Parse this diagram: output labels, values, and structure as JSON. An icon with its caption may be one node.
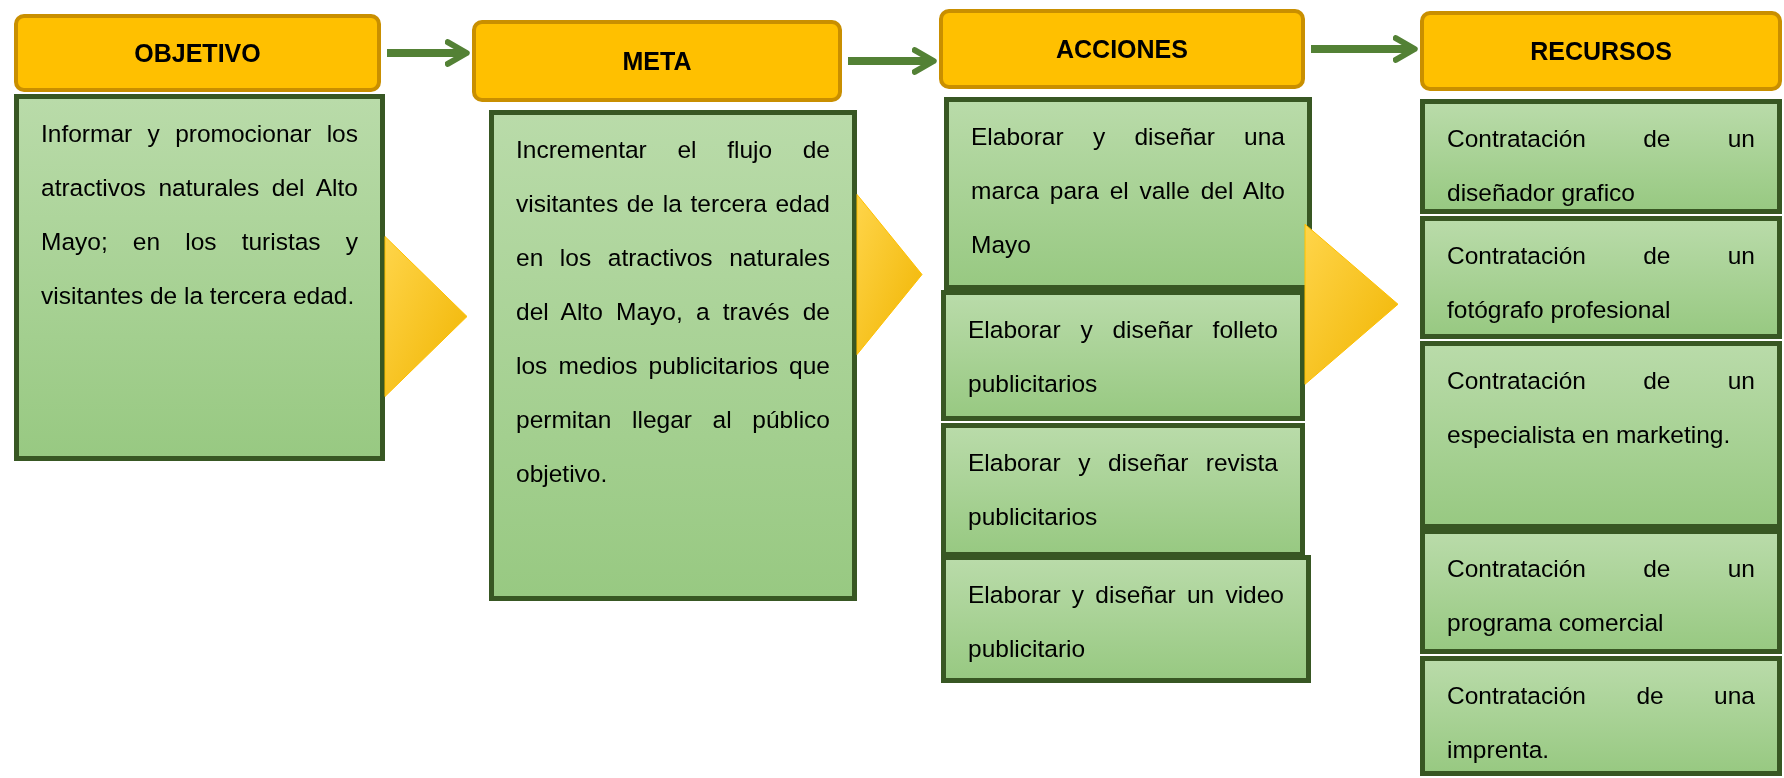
{
  "diagram": {
    "nodes": [
      {
        "text": [
          "OBJETIVO"
        ]
      },
      {
        "text": [
          "Informar y promocionar los atractivos naturales del Alto Mayo; en los turistas y visitantes de la tercera edad."
        ]
      },
      {
        "text": [
          "META"
        ]
      },
      {
        "text": [
          "Incrementar el flujo de visitantes de la tercera edad en los atractivos naturales del Alto Mayo, a través de los medios publicitarios que permitan llegar al público objetivo."
        ]
      },
      {
        "text": [
          "ACCIONES"
        ]
      },
      {
        "text": [
          "Elaborar y diseñar una marca para el valle del Alto Mayo"
        ]
      },
      {
        "text": [
          "Elaborar y diseñar folleto publicitarios"
        ]
      },
      {
        "text": [
          "Elaborar y diseñar revista publicitarios"
        ]
      },
      {
        "text": [
          "Elaborar y diseñar un video publicitario"
        ]
      },
      {
        "text": [
          "RECURSOS"
        ]
      },
      {
        "text": [
          "Contratación de un diseñador grafico"
        ]
      },
      {
        "text": [
          "Contratación de un fotógrafo profesional"
        ]
      },
      {
        "text": [
          "Contratación de un especialista en marketing."
        ]
      },
      {
        "text": [
          "Contratación de un programa comercial"
        ]
      },
      {
        "text": [
          "Contratación de una imprenta."
        ]
      }
    ],
    "edges": [
      {
        "from": 0,
        "to": 2,
        "arrow": "to"
      },
      {
        "from": 2,
        "to": 4,
        "arrow": "to"
      },
      {
        "from": 4,
        "to": 9,
        "arrow": "to"
      },
      {
        "from": 1,
        "to": 3,
        "arrow": "to",
        "style": "thick",
        "color": "#ffc000"
      },
      {
        "from": 3,
        "to": 5,
        "arrow": "to",
        "style": "thick",
        "color": "#ffc000"
      },
      {
        "from": 6,
        "to": 11,
        "arrow": "to",
        "style": "thick",
        "color": "#ffc000"
      }
    ]
  }
}
